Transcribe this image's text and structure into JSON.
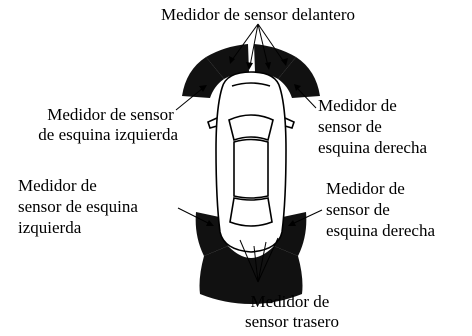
{
  "labels": {
    "front": [
      "Medidor de sensor delantero"
    ],
    "front_left_corner": [
      "Medidor de sensor",
      "de esquina izquierda"
    ],
    "front_right_corner": [
      "Medidor de",
      "sensor de",
      "esquina derecha"
    ],
    "rear_left_corner": [
      "Medidor de",
      "sensor de esquina",
      "izquierda"
    ],
    "rear_right_corner": [
      "Medidor de",
      "sensor de",
      "esquina derecha"
    ],
    "rear": [
      "Medidor de",
      "sensor trasero"
    ]
  },
  "colors": {
    "sensor_fill": "#111111",
    "car_outline": "#000000",
    "background": "#ffffff"
  }
}
